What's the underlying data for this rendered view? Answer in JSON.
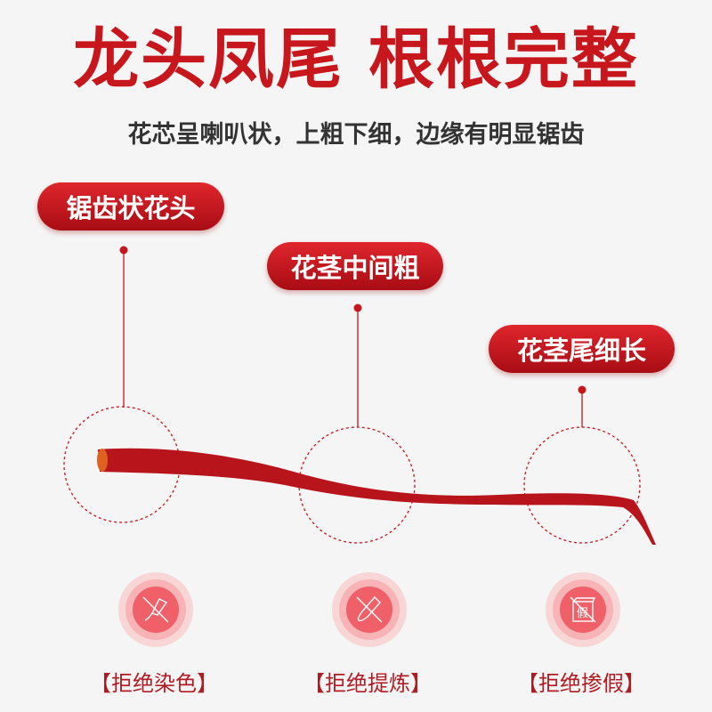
{
  "header": {
    "title": "龙头凤尾 根根完整",
    "subtitle": "花芯呈喇叭状，上粗下细，边缘有明显锯齿"
  },
  "callouts": [
    {
      "label": "锯齿状花头"
    },
    {
      "label": "花茎中间粗"
    },
    {
      "label": "花茎尾细长"
    }
  ],
  "features": [
    {
      "label": "【拒绝染色】",
      "icon": "no-dye-icon"
    },
    {
      "label": "【拒绝提炼】",
      "icon": "no-extraction-icon"
    },
    {
      "label": "【拒绝掺假】",
      "icon": "no-fake-icon",
      "icon_text": "假"
    }
  ],
  "colors": {
    "accent": "#c8161d",
    "icon": "#ef6068",
    "background": "#f5f5f5"
  }
}
